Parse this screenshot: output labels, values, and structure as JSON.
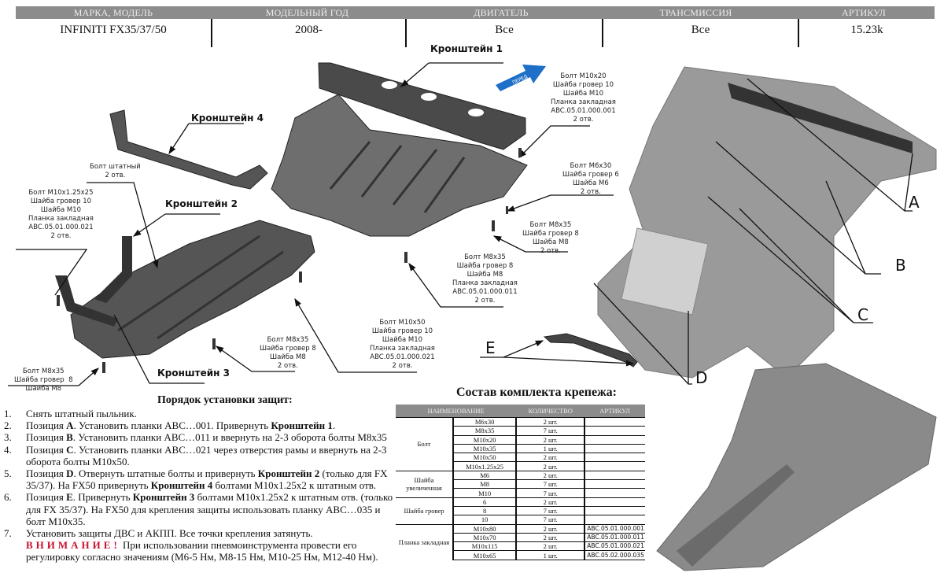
{
  "header": {
    "columns": [
      "МАРКА, МОДЕЛЬ",
      "МОДЕЛЬНЫЙ ГОД",
      "ДВИГАТЕЛЬ",
      "ТРАНСМИССИЯ",
      "АРТИКУЛ"
    ],
    "values": [
      "INFINITI FX35/37/50",
      "2008-",
      "Все",
      "Все",
      "15.23k"
    ]
  },
  "diagram": {
    "forward_arrow_label": "ПЕРЕД",
    "brackets": [
      "Кронштейн 1",
      "Кронштейн 2",
      "Кронштейн 3",
      "Кронштейн 4"
    ],
    "callouts": {
      "c_m10x20": "Болт М10х20\nШайба гровер 10\nШайба М10\nПланка закладная\nABC.05.01.000.001\n2 отв.",
      "c_m6x30": "Болт М6х30\nШайба гровер 6\nШайба М6\n2 отв.",
      "c_m8x35_right": "Болт М8х35\nШайба гровер 8\nШайба М8\n2 отв.",
      "c_m8x35_plank": "Болт М8х35\nШайба гровер 8\nШайба М8\nПланка закладная\nABC.05.01.000.011\n2 отв.",
      "c_stock": "Болт штатный\n2 отв.",
      "c_m10x125": "Болт М10х1.25х25\nШайба гровер 10\nШайба М10\nПланка закладная\nABC.05.01.000.021\n2 отв.",
      "c_m10x50": "Болт М10х50\nШайба гровер 10\nШайба М10\nПланка закладная\nABC.05.01.000.021\n2 отв.",
      "c_m8x35_mid": "Болт М8х35\nШайба гровер 8\nШайба М8\n2 отв.",
      "c_m8x35_left": "Болт М8х35\nШайба гровер  8\nШайба М8"
    },
    "position_letters": [
      "A",
      "B",
      "C",
      "D",
      "E"
    ]
  },
  "instructions": {
    "title": "Порядок установки защит:",
    "steps": [
      {
        "num": "1.",
        "parts": [
          {
            "t": "Снять штатный пыльник."
          }
        ]
      },
      {
        "num": "2.",
        "parts": [
          {
            "t": "Позиция "
          },
          {
            "t": "А",
            "b": true
          },
          {
            "t": ". Установить планки АВС…001. Привернуть "
          },
          {
            "t": "Кронштейн 1",
            "b": true
          },
          {
            "t": "."
          }
        ]
      },
      {
        "num": "3.",
        "parts": [
          {
            "t": "Позиция "
          },
          {
            "t": "В",
            "b": true
          },
          {
            "t": ". Установить планки АВС…011 и ввернуть на 2-3 оборота болты М8х35"
          }
        ]
      },
      {
        "num": "4.",
        "parts": [
          {
            "t": "Позиция "
          },
          {
            "t": "С",
            "b": true
          },
          {
            "t": ". Установить планки АВС…021 через отверстия рамы и ввернуть на 2-3 оборота болты М10х50."
          }
        ]
      },
      {
        "num": "5.",
        "parts": [
          {
            "t": "Позиция "
          },
          {
            "t": "D",
            "b": true
          },
          {
            "t": ". Отвернуть штатные болты и привернуть "
          },
          {
            "t": "Кронштейн 2",
            "b": true
          },
          {
            "t": " (только для FX 35/37). На FX50 привернуть  "
          },
          {
            "t": "Кронштейн 4",
            "b": true
          },
          {
            "t": " болтами М10х1.25х2 к штатным отв."
          }
        ]
      },
      {
        "num": "6.",
        "parts": [
          {
            "t": "Позиция "
          },
          {
            "t": "Е",
            "b": true
          },
          {
            "t": ". Привернуть "
          },
          {
            "t": "Кронштейн 3",
            "b": true
          },
          {
            "t": " болтами М10х1.25х2 к штатным отв. (только для FX 35/37). На FX50 для крепления защиты использовать планку АВС…035 и болт М10х35."
          }
        ]
      },
      {
        "num": "7.",
        "parts": [
          {
            "t": "Установить защиты ДВС и АКПП. Все точки крепления затянуть."
          }
        ]
      }
    ],
    "warning_label": "ВНИМАНИЕ!",
    "warning_text": "При использовании пневмоинструмента провести его регулировку согласно значениям (М6-5 Нм,  М8-15 Нм, М10-25 Нм, М12-40 Нм)."
  },
  "kit": {
    "title": "Состав комплекта крепежа:",
    "headers": [
      "НАИМЕНОВАНИЕ",
      "КОЛИЧЕСТВО",
      "АРТИКУЛ"
    ],
    "groups": [
      {
        "name": "Болт",
        "rows": [
          {
            "size": "М6х30",
            "qty": "2 шт.",
            "art": ""
          },
          {
            "size": "М8х35",
            "qty": "7 шт.",
            "art": ""
          },
          {
            "size": "М10х20",
            "qty": "2 шт.",
            "art": ""
          },
          {
            "size": "М10х35",
            "qty": "1 шт.",
            "art": ""
          },
          {
            "size": "М10х50",
            "qty": "2 шт.",
            "art": ""
          },
          {
            "size": "М10х1.25х25",
            "qty": "2 шт.",
            "art": ""
          }
        ]
      },
      {
        "name": "Шайба увеличенная",
        "rows": [
          {
            "size": "М6",
            "qty": "2 шт.",
            "art": ""
          },
          {
            "size": "М8",
            "qty": "7 шт.",
            "art": ""
          },
          {
            "size": "М10",
            "qty": "7 шт.",
            "art": ""
          }
        ]
      },
      {
        "name": "Шайба гровер",
        "rows": [
          {
            "size": "6",
            "qty": "2 шт.",
            "art": ""
          },
          {
            "size": "8",
            "qty": "7 шт.",
            "art": ""
          },
          {
            "size": "10",
            "qty": "7 шт.",
            "art": ""
          }
        ]
      },
      {
        "name": "Планка закладная",
        "rows": [
          {
            "size": "М10х80",
            "qty": "2 шт.",
            "art": "ABC.05.01.000.001"
          },
          {
            "size": "М10х70",
            "qty": "2 шт.",
            "art": "ABC.05.01.000.011"
          },
          {
            "size": "М10х115",
            "qty": "2 шт.",
            "art": "ABC.05.01.000.021"
          },
          {
            "size": "М10х65",
            "qty": "1 шт.",
            "art": "ABC.05.02.000.035"
          }
        ]
      }
    ]
  },
  "colors": {
    "header_bg": "#8c8c8c",
    "warning": "#c8102e",
    "arrow": "#1e6fc8",
    "part": "#5a5a5a"
  }
}
